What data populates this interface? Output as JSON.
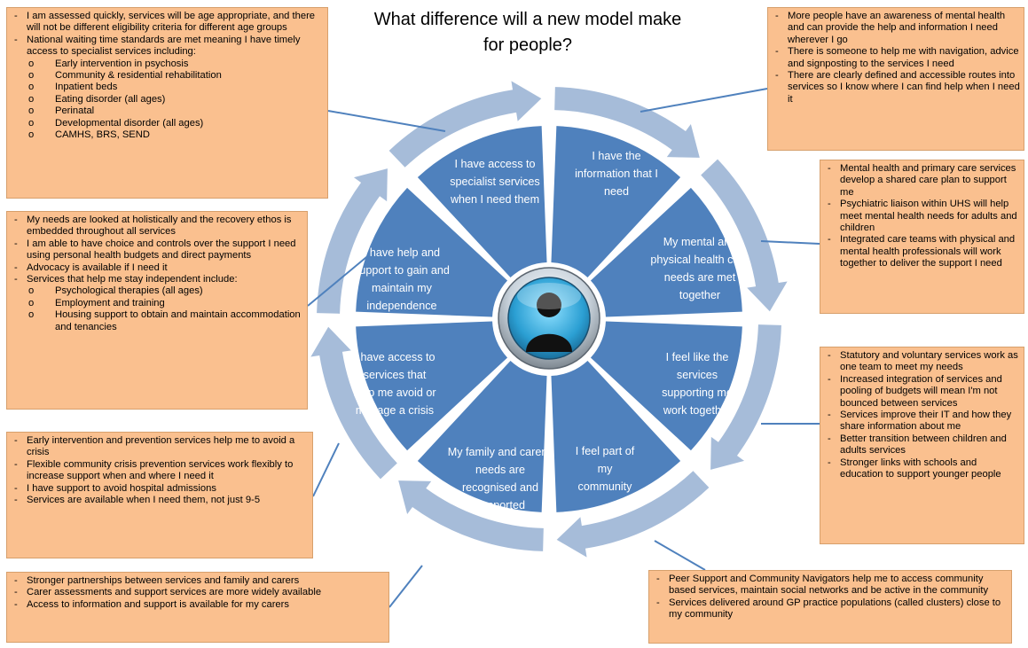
{
  "title": "What difference will a new model make for people?",
  "colors": {
    "segment": "#4f81bd",
    "arrow": "#a6bcd9",
    "callout_fill": "#fac08f",
    "hub": "#3aa8d8"
  },
  "segments": [
    "I have access to specialist services when I need them",
    "I have the information that I need",
    "My mental and physical health care needs are met together",
    "I feel like the services supporting me work together",
    "I feel part of my community",
    "My family and carer's needs are recognised and supported",
    "I have access to services that help me avoid or manage a crisis",
    "I have help and support to gain and maintain my independence"
  ],
  "hub_icon": "person-silhouette-icon",
  "boxes": [
    {
      "items": [
        {
          "t": "I am assessed quickly, services will be age appropriate, and there will not be different eligibility criteria for different age groups",
          "sub": false
        },
        {
          "t": "National waiting time standards are met meaning I have timely access to specialist services including:",
          "sub": false
        },
        {
          "t": "Early intervention in psychosis",
          "sub": true
        },
        {
          "t": "Community & residential rehabilitation",
          "sub": true
        },
        {
          "t": "Inpatient beds",
          "sub": true
        },
        {
          "t": "Eating disorder (all ages)",
          "sub": true
        },
        {
          "t": "Perinatal",
          "sub": true
        },
        {
          "t": "Developmental disorder (all ages)",
          "sub": true
        },
        {
          "t": "CAMHS, BRS, SEND",
          "sub": true
        }
      ]
    },
    {
      "items": [
        {
          "t": "More people have an awareness of mental health and can provide the help and information I need wherever I go",
          "sub": false
        },
        {
          "t": "There is someone to help me with navigation, advice and signposting to the services I need",
          "sub": false
        },
        {
          "t": "There are clearly defined and accessible routes into services so I know where I can find help when I need it",
          "sub": false
        }
      ]
    },
    {
      "items": [
        {
          "t": "My needs are looked at holistically and the recovery ethos is embedded throughout all services",
          "sub": false
        },
        {
          "t": "I am able to have choice and controls over the support I need using personal health budgets and direct payments",
          "sub": false
        },
        {
          "t": "Advocacy is available if I need it",
          "sub": false
        },
        {
          "t": "Services that help me stay independent include:",
          "sub": false
        },
        {
          "t": "Psychological therapies (all ages)",
          "sub": true
        },
        {
          "t": "Employment and training",
          "sub": true
        },
        {
          "t": "Housing support to obtain and maintain accommodation and tenancies",
          "sub": true
        }
      ]
    },
    {
      "items": [
        {
          "t": "Mental health and primary care services develop a shared care plan to support me",
          "sub": false
        },
        {
          "t": "Psychiatric liaison within UHS will help meet mental health needs for adults and children",
          "sub": false
        },
        {
          "t": "Integrated care teams with physical and mental health professionals will work together to deliver the support I need",
          "sub": false
        }
      ]
    },
    {
      "items": [
        {
          "t": "Statutory and voluntary services work as one team to meet my needs",
          "sub": false
        },
        {
          "t": "Increased integration of services and pooling of budgets will mean I'm not bounced between services",
          "sub": false
        },
        {
          "t": "Services improve their IT and how they share information about me",
          "sub": false
        },
        {
          "t": "Better transition between children and adults services",
          "sub": false
        },
        {
          "t": "Stronger links with schools and education to support younger people",
          "sub": false
        }
      ]
    },
    {
      "items": [
        {
          "t": "Early intervention and prevention services help me to avoid a crisis",
          "sub": false
        },
        {
          "t": "Flexible community crisis prevention services work flexibly to increase support when and where I need it",
          "sub": false
        },
        {
          "t": "I have support to avoid hospital admissions",
          "sub": false
        },
        {
          "t": "Services are available when I need them, not just 9-5",
          "sub": false
        }
      ]
    },
    {
      "items": [
        {
          "t": "Stronger partnerships between services and family and carers",
          "sub": false
        },
        {
          "t": "Carer assessments and support services are more widely available",
          "sub": false
        },
        {
          "t": "Access to information and support is available for my carers",
          "sub": false
        }
      ]
    },
    {
      "items": [
        {
          "t": "Peer Support and Community Navigators help me to access community based services, maintain social networks and be active in the community",
          "sub": false
        },
        {
          "t": "Services delivered around GP practice populations (called clusters) close to my community",
          "sub": false
        }
      ]
    }
  ]
}
